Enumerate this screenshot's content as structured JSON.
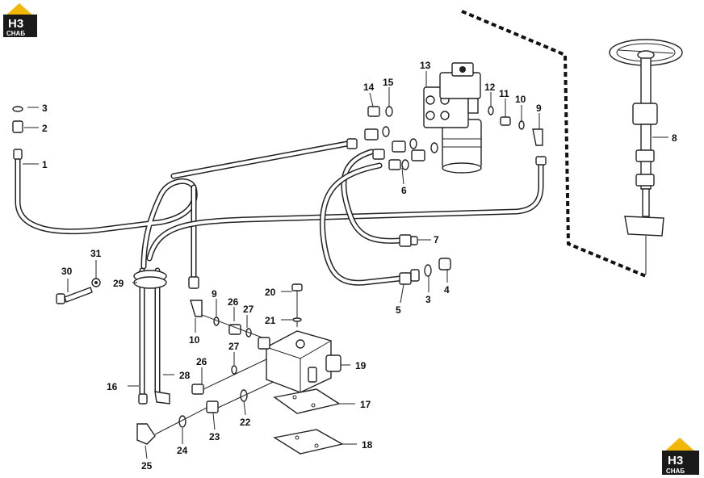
{
  "logo": {
    "top_text": "H3",
    "bottom_text": "CHAБ",
    "colors": {
      "roof": "#f2b705",
      "body": "#1a1a1a"
    }
  },
  "callouts": [
    {
      "id": "c1",
      "text": "1"
    },
    {
      "id": "c2",
      "text": "2"
    },
    {
      "id": "c3a",
      "text": "3"
    },
    {
      "id": "c4",
      "text": "4"
    },
    {
      "id": "c3b",
      "text": "3"
    },
    {
      "id": "c5",
      "text": "5"
    },
    {
      "id": "c6",
      "text": "6"
    },
    {
      "id": "c7",
      "text": "7"
    },
    {
      "id": "c8",
      "text": "8"
    },
    {
      "id": "c9a",
      "text": "9"
    },
    {
      "id": "c9b",
      "text": "9"
    },
    {
      "id": "c10a",
      "text": "10"
    },
    {
      "id": "c10b",
      "text": "10"
    },
    {
      "id": "c11",
      "text": "11"
    },
    {
      "id": "c12",
      "text": "12"
    },
    {
      "id": "c13",
      "text": "13"
    },
    {
      "id": "c14",
      "text": "14"
    },
    {
      "id": "c15",
      "text": "15"
    },
    {
      "id": "c16",
      "text": "16"
    },
    {
      "id": "c17",
      "text": "17"
    },
    {
      "id": "c18",
      "text": "18"
    },
    {
      "id": "c19",
      "text": "19"
    },
    {
      "id": "c20",
      "text": "20"
    },
    {
      "id": "c21",
      "text": "21"
    },
    {
      "id": "c22",
      "text": "22"
    },
    {
      "id": "c23",
      "text": "23"
    },
    {
      "id": "c24",
      "text": "24"
    },
    {
      "id": "c25",
      "text": "25"
    },
    {
      "id": "c26a",
      "text": "26"
    },
    {
      "id": "c26b",
      "text": "26"
    },
    {
      "id": "c27a",
      "text": "27"
    },
    {
      "id": "c27b",
      "text": "27"
    },
    {
      "id": "c28",
      "text": "28"
    },
    {
      "id": "c29",
      "text": "29"
    },
    {
      "id": "c30",
      "text": "30"
    },
    {
      "id": "c31",
      "text": "31"
    }
  ]
}
